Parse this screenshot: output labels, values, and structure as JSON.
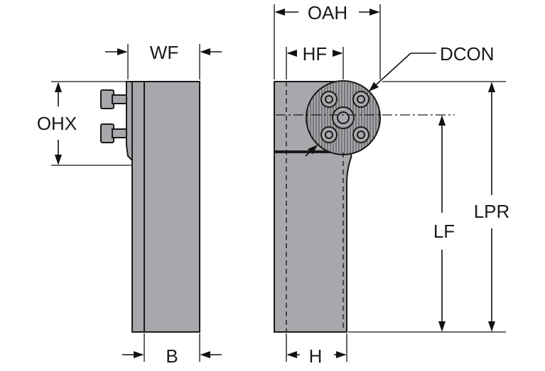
{
  "labels": {
    "oah": "OAH",
    "wf": "WF",
    "hf": "HF",
    "dcon": "DCON",
    "ohx": "OHX",
    "lf": "LF",
    "lpr": "LPR",
    "b": "B",
    "h": "H"
  },
  "colors": {
    "body": "#a6a8ab",
    "outline": "#1a1a1a",
    "background": "#ffffff"
  }
}
